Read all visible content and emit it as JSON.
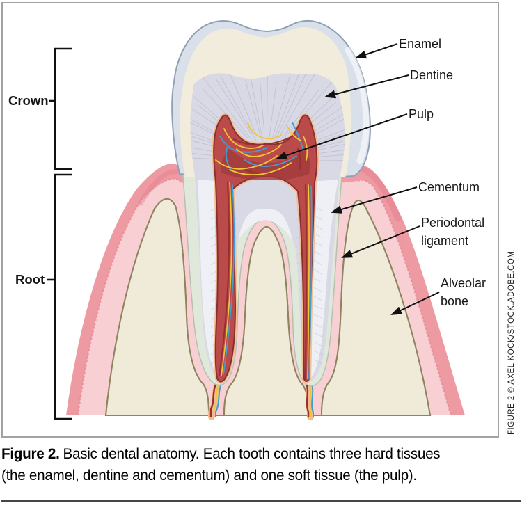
{
  "figure": {
    "callouts": [
      {
        "id": "enamel",
        "label": "Enamel"
      },
      {
        "id": "dentine",
        "label": "Dentine"
      },
      {
        "id": "pulp",
        "label": "Pulp"
      },
      {
        "id": "cementum",
        "label": "Cementum"
      },
      {
        "id": "periodontal-ligament",
        "label": "Periodontal ligament"
      },
      {
        "id": "alveolar-bone",
        "label": "Alveolar bone"
      }
    ],
    "side_labels": [
      {
        "id": "crown",
        "label": "Crown"
      },
      {
        "id": "root",
        "label": "Root"
      }
    ],
    "credit": "FIGURE 2 © AXEL KOCK/STOCK.ADOBE.COM"
  },
  "caption": {
    "prefix": "Figure 2.",
    "text": "Basic dental anatomy. Each tooth contains three hard tissues (the enamel, dentine and cementum) and one soft tissue (the pulp)."
  },
  "palette": {
    "border": "#a2a2a2",
    "text": "#161616",
    "gum": "#ee9aa3",
    "gum_light": "#f8d0d3",
    "gum_margin": "#e2808d",
    "bone": "#f0ead8",
    "bone_outline": "#8f8360",
    "bone_speckle": "#9a8c62",
    "bone_speckle_dark": "#7f7248",
    "enamel_surface": "#d9e0ea",
    "enamel_edge": "#8fa0b5",
    "enamel_band": "#f1ecdb",
    "enamel_streak": "#d9d1b2",
    "dentine": "#d8d9e5",
    "dentine_root": "#eef0f6",
    "dentine_ray": "#b4b8cc",
    "cementum": "#e0e7db",
    "cementum_edge": "#b5c0ae",
    "pulp": "#bb4a4a",
    "pulp_dark": "#a13a3c",
    "pulp_edge": "#8a2f2f",
    "pulp_halo": "#f3bd8f",
    "nerve": "#f2c537",
    "vessel": "#3f9fd4",
    "artery": "#992e2e"
  }
}
